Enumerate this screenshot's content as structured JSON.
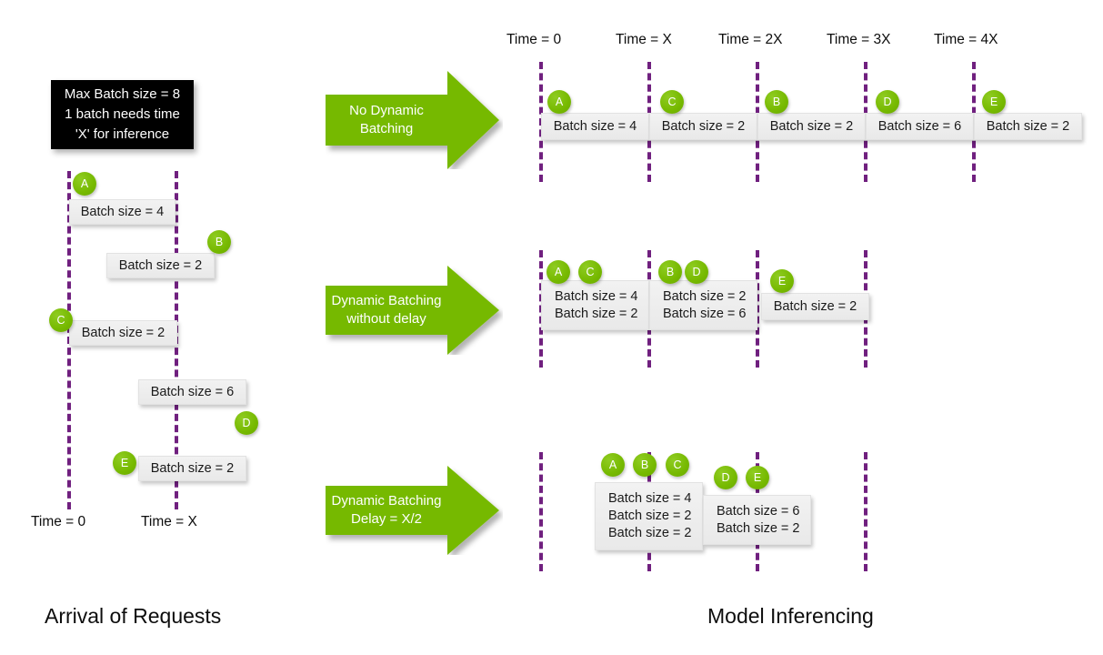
{
  "meta": {
    "accent_green": "#76b900",
    "line_purple": "#70207f",
    "box_gray": "#ededed",
    "note_bg": "#000000"
  },
  "note": {
    "line1": "Max Batch size = 8",
    "line2": "1 batch needs time",
    "line3": "'X' for inference"
  },
  "section_titles": {
    "left": "Arrival of Requests",
    "right": "Model Inferencing"
  },
  "left_panel": {
    "time_labels": [
      {
        "text": "Time = 0"
      },
      {
        "text": "Time = X"
      }
    ],
    "requests": [
      {
        "id": "A",
        "label": "Batch size = 4"
      },
      {
        "id": "B",
        "label": "Batch size = 2"
      },
      {
        "id": "C",
        "label": "Batch size = 2"
      },
      {
        "id": "D",
        "label": "Batch size = 6"
      },
      {
        "id": "E",
        "label": "Batch size = 2"
      }
    ]
  },
  "right_panel": {
    "time_labels": [
      {
        "text": "Time = 0"
      },
      {
        "text": "Time = X"
      },
      {
        "text": "Time = 2X"
      },
      {
        "text": "Time = 3X"
      },
      {
        "text": "Time = 4X"
      }
    ],
    "rows": [
      {
        "key": "no-dynamic-batching",
        "arrow_line1": "No Dynamic",
        "arrow_line2": "Batching",
        "slots": [
          {
            "badges": [
              "A"
            ],
            "lines": [
              "Batch size = 4"
            ]
          },
          {
            "badges": [
              "C"
            ],
            "lines": [
              "Batch size = 2"
            ]
          },
          {
            "badges": [
              "B"
            ],
            "lines": [
              "Batch size = 2"
            ]
          },
          {
            "badges": [
              "D"
            ],
            "lines": [
              "Batch size = 6"
            ]
          },
          {
            "badges": [
              "E"
            ],
            "lines": [
              "Batch size = 2"
            ]
          }
        ]
      },
      {
        "key": "dynamic-batching-without-delay",
        "arrow_line1": "Dynamic Batching",
        "arrow_line2": "without delay",
        "slots": [
          {
            "badges": [
              "A",
              "C"
            ],
            "lines": [
              "Batch size = 4",
              "Batch size = 2"
            ]
          },
          {
            "badges": [
              "B",
              "D"
            ],
            "lines": [
              "Batch size = 2",
              "Batch size = 6"
            ]
          },
          {
            "badges": [
              "E"
            ],
            "lines": [
              "Batch size = 2"
            ]
          }
        ]
      },
      {
        "key": "dynamic-batching-delay",
        "arrow_line1": "Dynamic Batching",
        "arrow_line2": "Delay = X/2",
        "slots": [
          {
            "badges": [
              "A",
              "B",
              "C"
            ],
            "lines": [
              "Batch size = 4",
              "Batch size = 2",
              "Batch size = 2"
            ]
          },
          {
            "badges": [
              "D",
              "E"
            ],
            "lines": [
              "Batch size = 6",
              "Batch size = 2"
            ]
          }
        ]
      }
    ]
  }
}
